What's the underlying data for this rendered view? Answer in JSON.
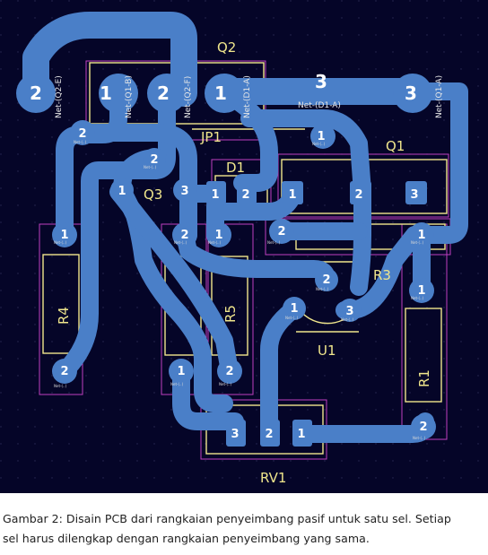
{
  "board": {
    "background": "#050528",
    "trace_color": "#4a7fc8",
    "silkscreen_color": "#f0e68c",
    "courtyard_color": "#c040c0",
    "grid_color": "#2a2a55"
  },
  "components": {
    "Q2": "Q2",
    "JP1": "JP1",
    "Q1": "Q1",
    "D1": "D1",
    "Q3": "Q3",
    "R4": "R4",
    "R5": "R5",
    "R3": "R3",
    "U1": "U1",
    "R1": "R1",
    "RV1": "RV1"
  },
  "nets": {
    "q2e": "Net-(Q2-E)",
    "q1b": "Net-(Q1-B)",
    "q2f": "Net-(Q2-F)",
    "d1a": "Net-(D1-A)",
    "d1a_center": "Net-(D1-A)",
    "q1a": "Net-(Q1-A)",
    "small": "Net-(..)"
  },
  "pads": {
    "one": "1",
    "two": "2",
    "three": "3"
  },
  "caption": {
    "line1": "Gambar 2: Disain PCB dari rangkaian penyeimbang pasif untuk satu sel. Setiap",
    "line2": "sel harus dilengkap dengan rangkaian penyeimbang yang sama."
  }
}
